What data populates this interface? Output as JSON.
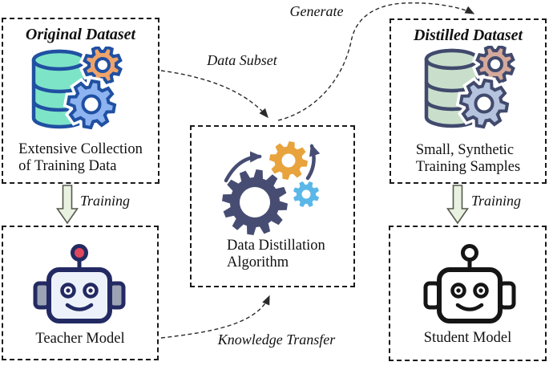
{
  "boxes": {
    "original_dataset": {
      "title": "Original Dataset",
      "caption_lines": [
        "Extensive Collection",
        "of Training Data"
      ]
    },
    "distilled_dataset": {
      "title": "Distilled Dataset",
      "caption_lines": [
        "Small, Synthetic",
        "Training Samples"
      ]
    },
    "algorithm": {
      "caption_lines": [
        "Data Distillation",
        "Algorithm"
      ]
    },
    "teacher_model": {
      "caption": "Teacher Model"
    },
    "student_model": {
      "caption": "Student Model"
    }
  },
  "edge_labels": {
    "data_subset": "Data Subset",
    "generate": "Generate",
    "training_left": "Training",
    "training_right": "Training",
    "knowledge_transfer": "Knowledge Transfer"
  },
  "colors": {
    "box_border": "#1a1a1a",
    "connector": "#2a2a2a",
    "dataset_bright": {
      "cylinder": "#7ee4c7",
      "outline": "#2050a2",
      "gear_top": "#f0a469",
      "gear_bottom": "#8db4f0"
    },
    "dataset_muted": {
      "cylinder": "#c9dfcb",
      "outline": "#414a6d",
      "gear_top": "#d5a99b",
      "gear_bottom": "#b5c3de"
    },
    "algorithm": {
      "gear_large": "#474d72",
      "gear_orange": "#e8a33d",
      "gear_small": "#5ab7e8",
      "arrow": "#474d72"
    },
    "robot_teacher": {
      "outline": "#232a63",
      "face": "#edf2fa",
      "ear": "#9ba3b5",
      "antenna": "#e0475a",
      "eye": "#ffffff"
    },
    "robot_student": {
      "outline": "#151515",
      "face": "#ffffff",
      "ear": "#ffffff",
      "antenna": "#ffffff",
      "eye": "#ffffff"
    },
    "training_arrow": {
      "fill": "#e9f1e0",
      "stroke": "#55594e"
    }
  }
}
